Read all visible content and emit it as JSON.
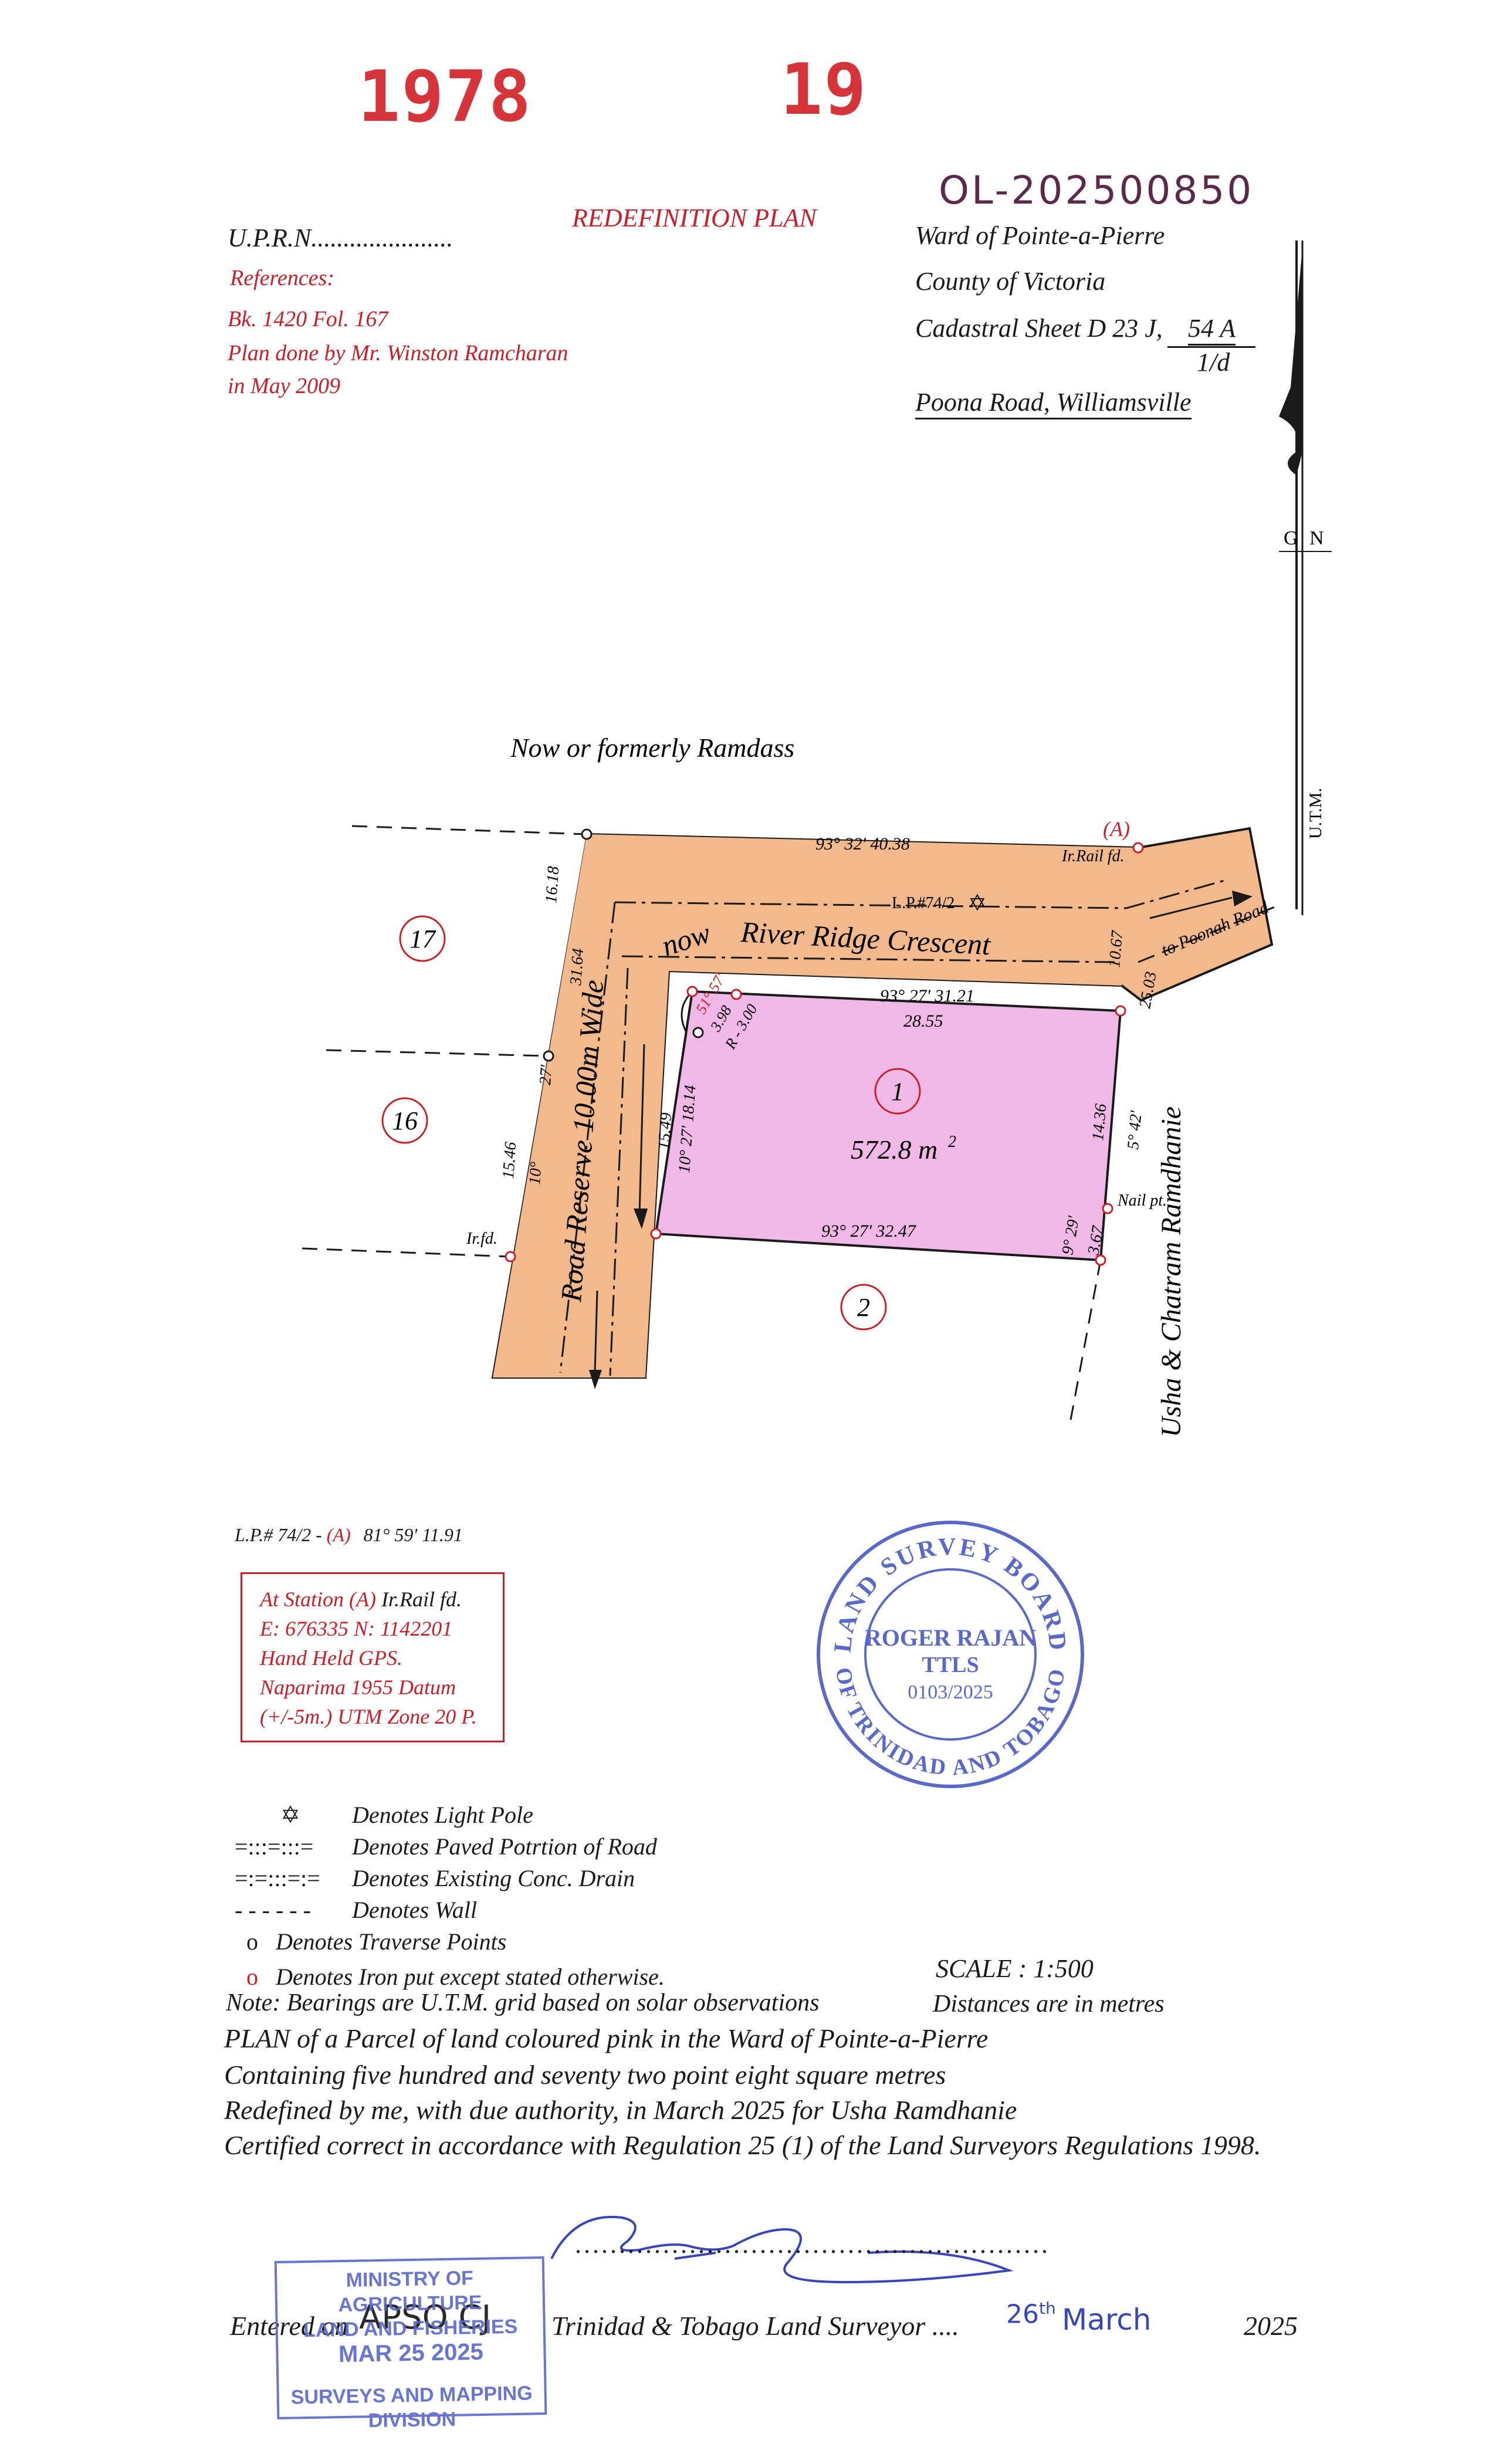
{
  "stamp_numbers": {
    "left": "1978",
    "right": "19"
  },
  "handwritten_ref": "OL-202500850",
  "header": {
    "uprn": "U.P.R.N......................",
    "plan_title": "REDEFINITION PLAN",
    "references_label": "References:",
    "reference_book": "Bk. 1420 Fol. 167",
    "plan_done_by": "Plan done by Mr. Winston Ramcharan",
    "plan_date": "in May 2009",
    "ward": "Ward of Pointe-a-Pierre",
    "county": "County of Victoria",
    "cadastral_label": "Cadastral Sheet  D 23 J,",
    "cadastral_sheet_top": "54 A",
    "cadastral_sheet_bottom": "1/d",
    "road_location": "Poona Road, Williamsville"
  },
  "north_arrow": {
    "gn": "G",
    "n": "N",
    "utm": "U.T.M."
  },
  "plan": {
    "neighbour_top": "Now or formerly Ramdass",
    "neighbour_right": "Usha  &  Chatram Ramdhanie",
    "road_reserve": "Road Reserve 10.00m Wide",
    "now_label": "now",
    "crescent": "River Ridge Crescent",
    "to_poonah": "to Poonah Road",
    "lot_numbers": {
      "lot1": "1",
      "lot2": "2",
      "lot16": "16",
      "lot17": "17"
    },
    "area": "572.8 m",
    "area_sup": "2",
    "marks": {
      "light_pole": "L.P.#74/2",
      "station_a": "(A)",
      "ir_rail": "Ir.Rail fd.",
      "nail_pt": "Nail pt.",
      "ir_fd": "Ir.fd."
    },
    "dims": {
      "top_bearing": "93° 32' 40.38",
      "mid_bearing": "93° 27'  31.21",
      "mid_length": "28.55",
      "bottom_bearing": "93° 27'  32.47",
      "right_top_length": "10.67",
      "right_seg": "25.03",
      "east_bearing": "5°  42'",
      "east_length": "14.36",
      "se_bearing": "9° 29'",
      "se_length": "3.67",
      "west_bearing": "10° 27' 18.14",
      "west_length": "15.49",
      "curve_angle": "51° 57'",
      "curve_chord": "3.98",
      "curve_radius": "R - 3.00",
      "left_top": "16.18",
      "left_mid": "31.64",
      "left_mid_ang": "27'",
      "left_bottom": "15.46",
      "left_bottom_ang": "10°"
    }
  },
  "lp_bearing": {
    "prefix": "L.P.# 74/2  -",
    "station": "(A)",
    "value": "81° 59'  11.91"
  },
  "station_box": {
    "line1": "At Station  (A)",
    "line1b": "Ir.Rail fd.",
    "line2": "E: 676335   N: 1142201",
    "line3": "Hand Held GPS.",
    "line4": "Naparima 1955 Datum",
    "line5": "(+/-5m.) UTM  Zone  20 P."
  },
  "survey_board_stamp": {
    "arc_top": "LAND SURVEY BOARD",
    "arc_bottom": "OF TRINIDAD AND TOBAGO",
    "name": "ROGER RAJAN",
    "title": "TTLS",
    "number": "0103/2025"
  },
  "legend": [
    {
      "symbol": "✡",
      "text": "Denotes Light Pole"
    },
    {
      "symbol": "=:::=:::=",
      "text": "Denotes Paved Potrtion of Road"
    },
    {
      "symbol": "=:=:::=:=",
      "text": "Denotes Existing Conc. Drain"
    },
    {
      "symbol": "- - - - - -",
      "text": "Denotes Wall"
    },
    {
      "symbol": "o",
      "text": "Denotes Traverse Points"
    },
    {
      "symbol": "o",
      "text": "Denotes Iron put except stated otherwise."
    }
  ],
  "scale": "SCALE : 1:500",
  "distances_note": "Distances are in metres",
  "bearings_note": "Note: Bearings are U.T.M. grid based on solar observations",
  "certification": [
    "PLAN of a Parcel of land coloured pink in the Ward of Pointe-a-Pierre",
    "Containing five hundred and seventy two point eight square metres",
    "Redefined by me, with due authority, in March 2025 for Usha Ramdhanie",
    "Certified correct in accordance with Regulation 25 (1) of the Land Surveyors Regulations 1998."
  ],
  "signature_dots": "......................................................",
  "footer": {
    "entered_on": "Entered on",
    "entered_hand": "APSO CJ",
    "surveyor_label": "Trinidad & Tobago  Land Surveyor ....",
    "date_day": "26",
    "date_sup": "th",
    "date_month": "March",
    "year": "2025"
  },
  "ministry_stamp": {
    "line1": "MINISTRY OF AGRICULTURE",
    "line2": "LAND AND FISHERIES",
    "line3": "MAR 25 2025",
    "line4": "SURVEYS AND MAPPING",
    "line5": "DIVISION"
  },
  "colors": {
    "parcel": "#f0b8e6",
    "road": "#f2b98d",
    "red": "#c8202a",
    "stamp_blue": "#5a68c8"
  }
}
